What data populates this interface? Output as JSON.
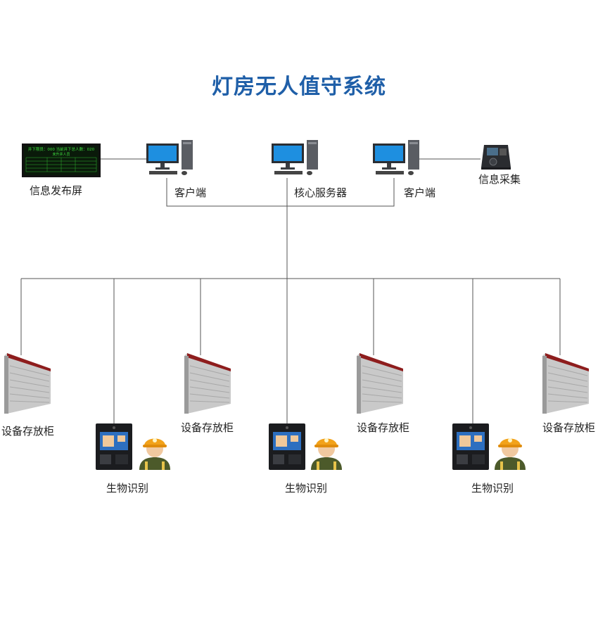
{
  "title": "灯房无人值守系统",
  "colors": {
    "title": "#1f5fa8",
    "wire": "#555555",
    "led_text": "#3fe23f",
    "helmet": "#f2a21a"
  },
  "top_row": {
    "info_screen": "信息发布屏",
    "client_left": "客户端",
    "core_server": "核心服务器",
    "client_right": "客户端",
    "info_collect": "信息采集"
  },
  "led_screen": {
    "header_text": "井下限员：000  当前井下总人数：020",
    "subheader_text": "未升井人员"
  },
  "cabinet_label": "设备存放柜",
  "biometric_label": "生物识别",
  "icons": [
    "led-display-icon",
    "computer-icon",
    "server-icon",
    "fingerprint-scanner-icon",
    "equipment-cabinet-icon",
    "face-recognition-terminal-icon",
    "miner-icon"
  ]
}
